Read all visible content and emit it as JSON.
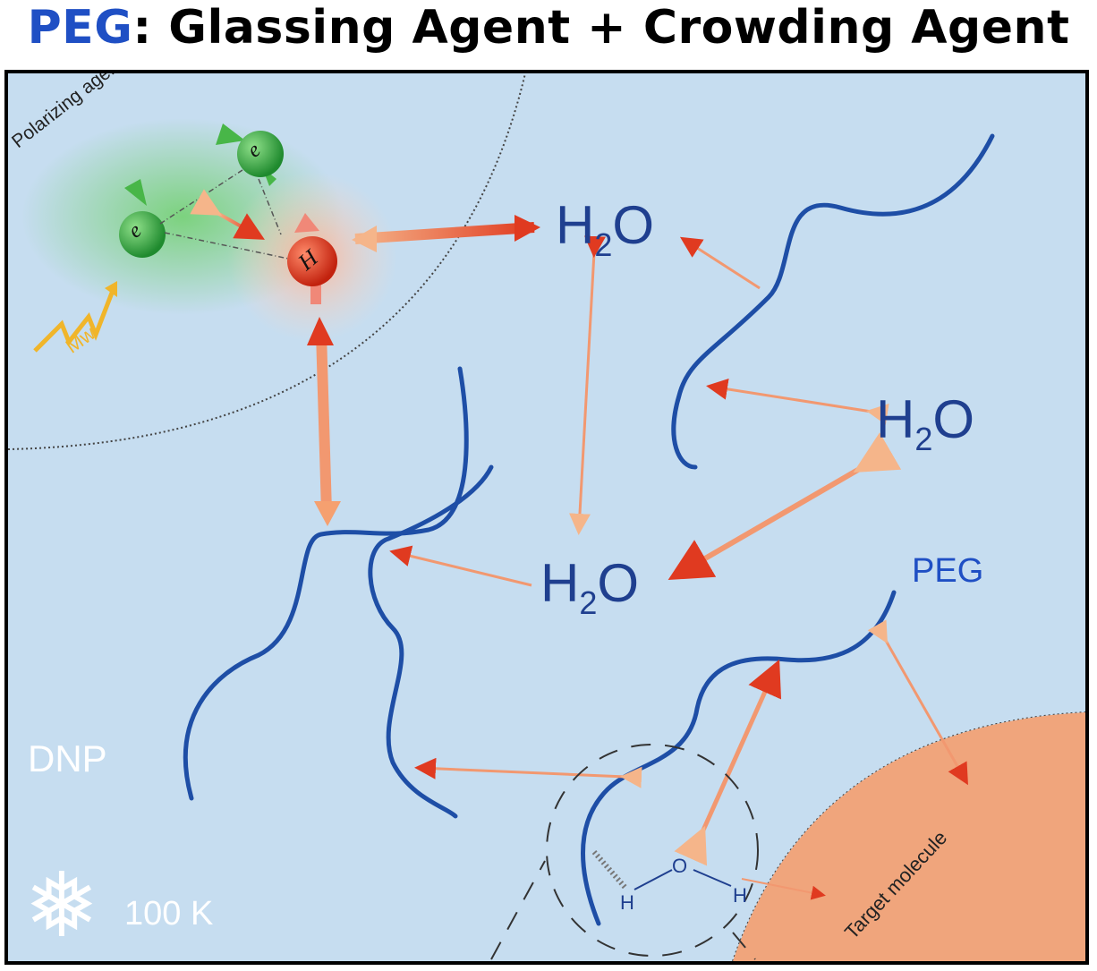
{
  "title": {
    "highlight": "PEG",
    "rest": ": Glassing Agent + Crowding Agent",
    "highlight_color": "#1f4fc4"
  },
  "diagram": {
    "polarizing_agent_label": "Polarizing agent",
    "electron_label": "e",
    "proton_label": "H",
    "microwave_label": "Mw",
    "water_main": "H",
    "water_sub": "2",
    "water_tail": "O",
    "peg_label": "PEG",
    "dnp_label": "DNP",
    "temperature_label": "100 K",
    "target_label": "Target molecule",
    "water_detail_o": "O",
    "water_detail_h": "H",
    "colors": {
      "background": "#c6ddf0",
      "peg_chain": "#1e4ea6",
      "electron": "#2e9e3e",
      "proton": "#d8321e",
      "arrow_light": "#f5b58a",
      "arrow_dark": "#e03a20",
      "target": "#f0a57c",
      "microwave": "#f0b52a"
    },
    "icons": [
      "snowflake-icon",
      "microwave-icon"
    ]
  }
}
